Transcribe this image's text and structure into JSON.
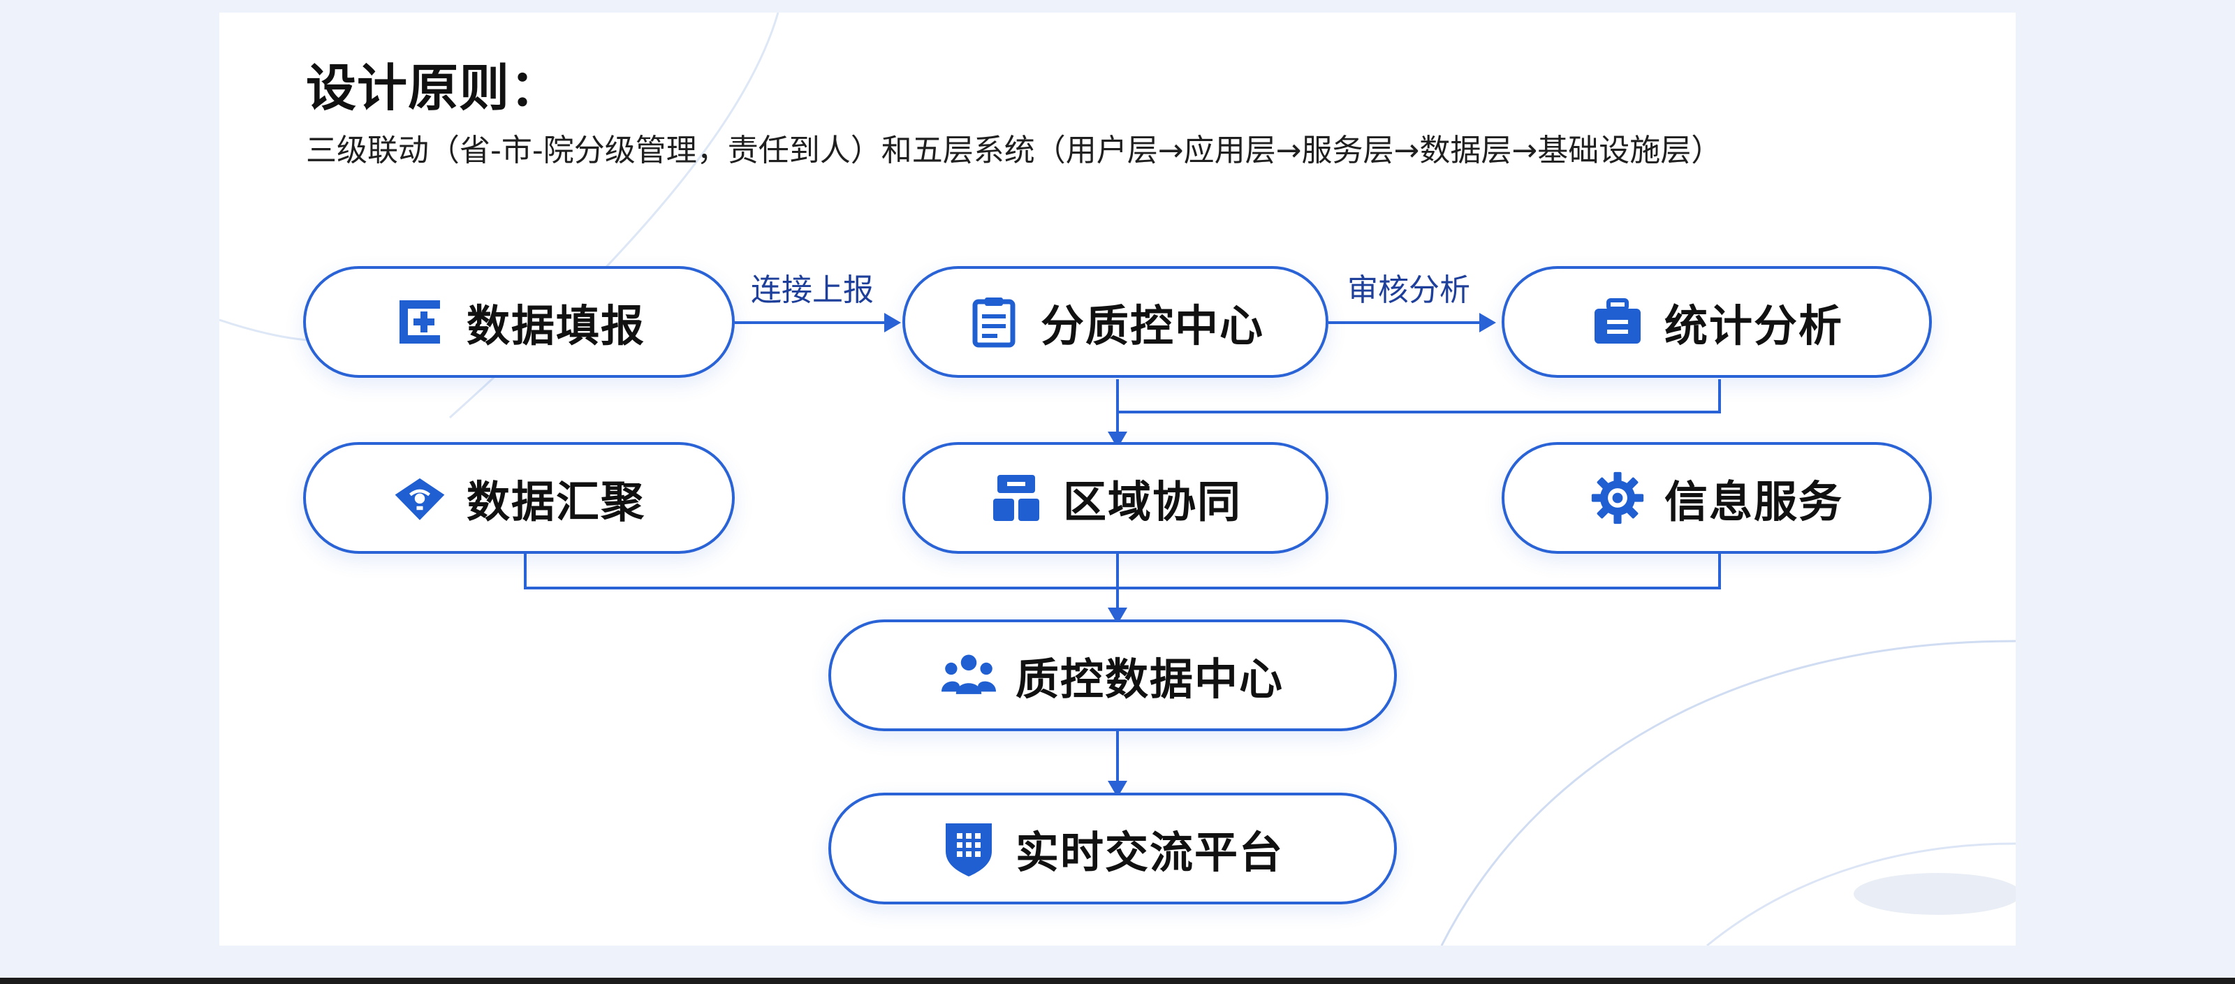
{
  "title": "设计原则：",
  "subtitle": "三级联动（省-市-院分级管理，责任到人）和五层系统（用户层→应用层→服务层→数据层→基础设施层）",
  "colors": {
    "accent": "#2a63d6",
    "background": "#eef3fb",
    "text": "#111111"
  },
  "nodes": {
    "data_entry": {
      "label": "数据填报",
      "icon": "medical-cross-icon"
    },
    "sub_qc_center": {
      "label": "分质控中心",
      "icon": "clipboard-icon"
    },
    "stat_analysis": {
      "label": "统计分析",
      "icon": "briefcase-icon"
    },
    "data_aggregation": {
      "label": "数据汇聚",
      "icon": "network-icon"
    },
    "regional_collab": {
      "label": "区域协同",
      "icon": "building-blocks-icon"
    },
    "info_service": {
      "label": "信息服务",
      "icon": "gear-icon"
    },
    "qc_data_center": {
      "label": "质控数据中心",
      "icon": "users-icon"
    },
    "realtime_platform": {
      "label": "实时交流平台",
      "icon": "shield-icon"
    }
  },
  "edges": {
    "connect_report": "连接上报",
    "review_analysis": "审核分析"
  }
}
